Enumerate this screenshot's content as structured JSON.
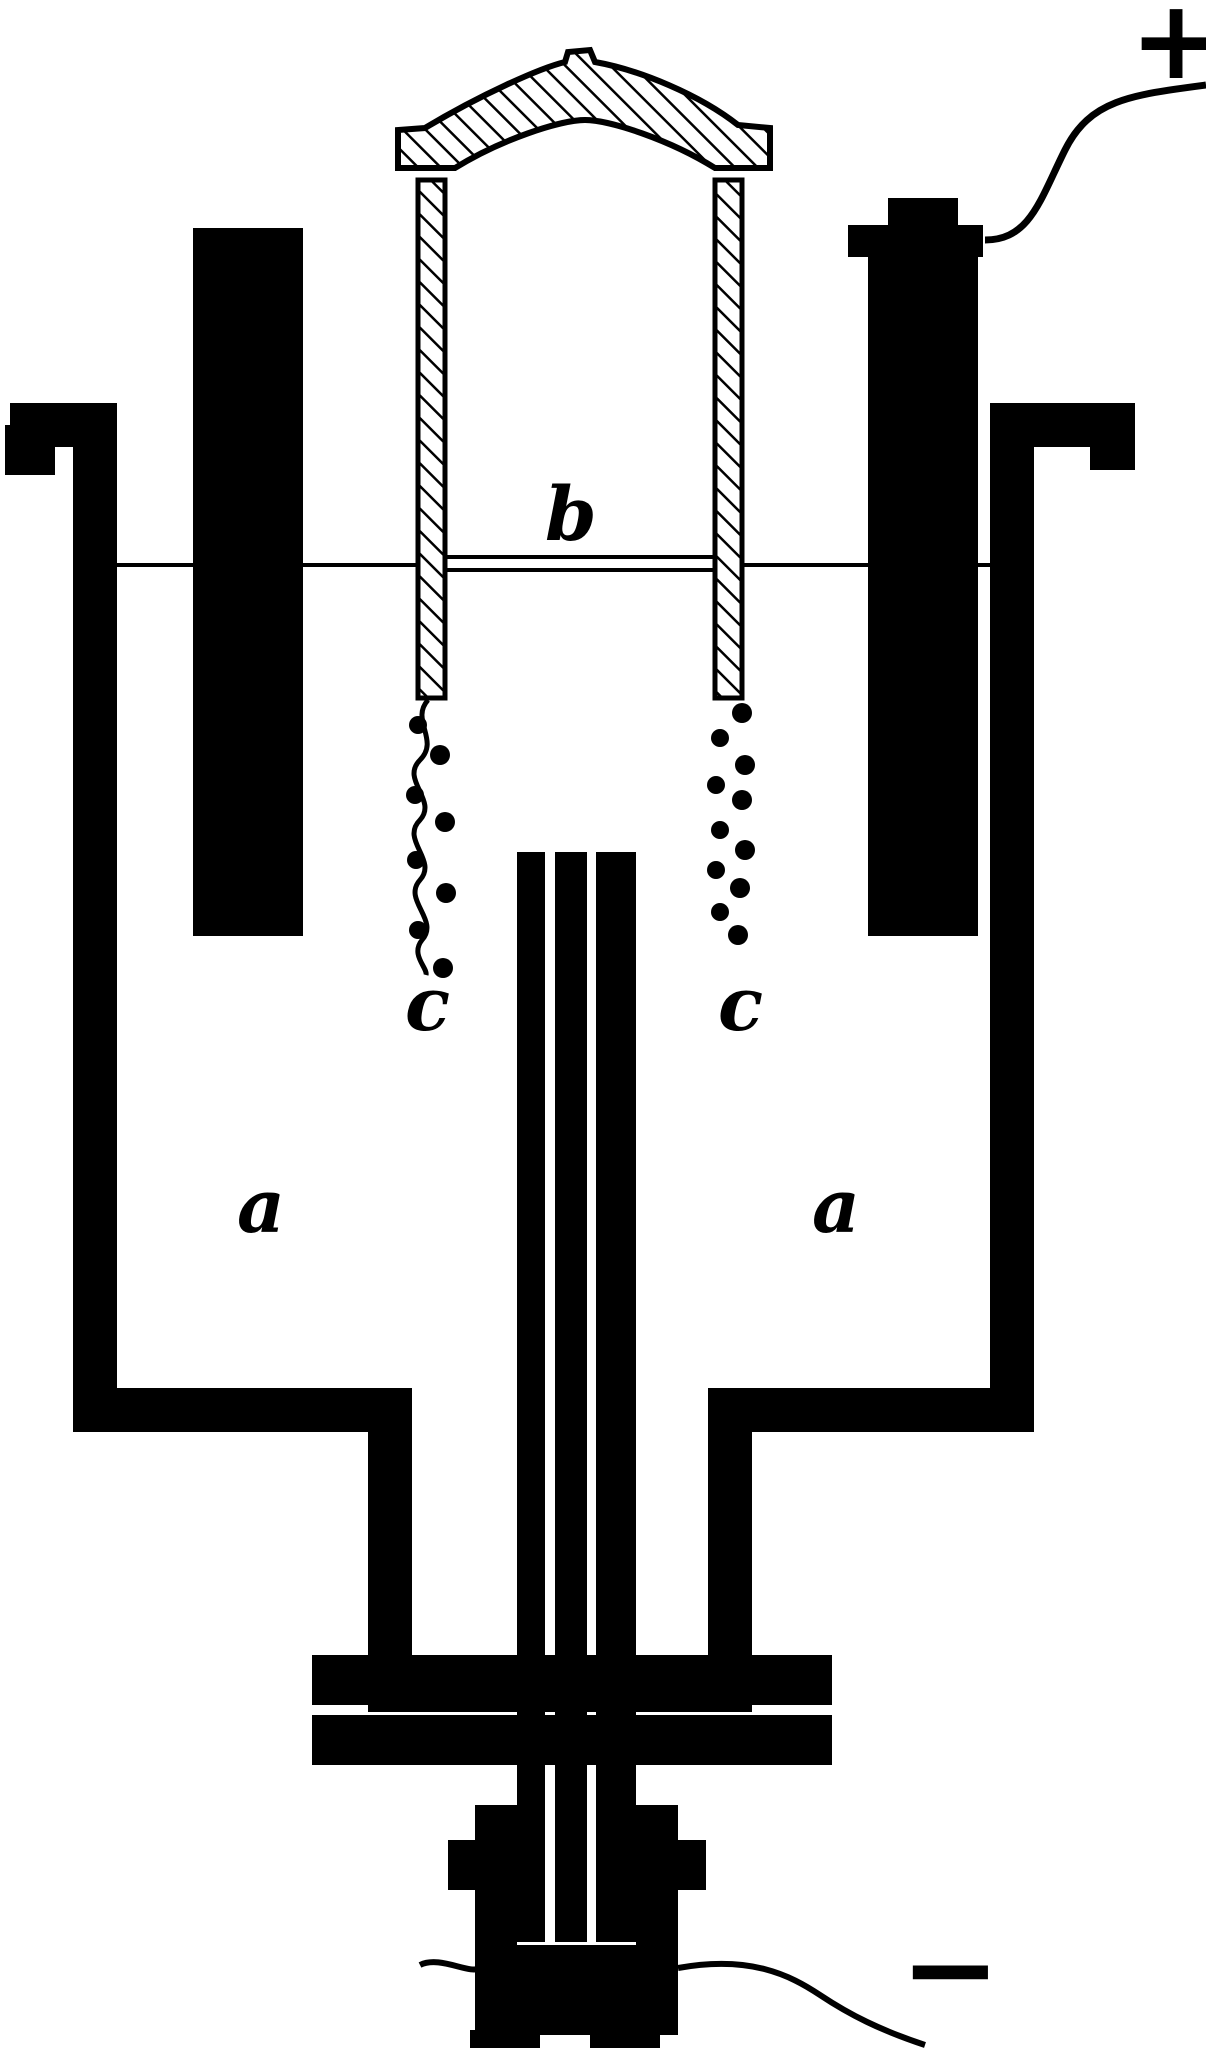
{
  "diagram": {
    "labels": {
      "a_left": "a",
      "a_right": "a",
      "b": "b",
      "c_left": "c",
      "c_right": "c",
      "plus": "+",
      "minus": "−"
    },
    "colors": {
      "ink": "#000000",
      "paper": "#ffffff"
    }
  }
}
